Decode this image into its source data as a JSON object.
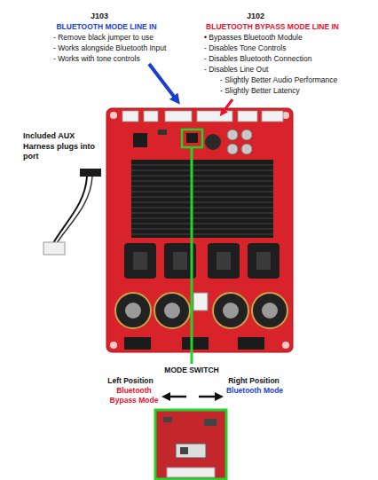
{
  "diagram": {
    "labels": [
      "J103",
      "BLUETOOTH MODE LINE IN",
      "- Remove black jumper to use",
      "- Works alongside Bluetooth Input",
      "- Works with tone controls",
      "J102",
      "BLUETOOTH BYPASS MODE LINE IN",
      "• Bypasses Bluetooth Module",
      "- Disables Tone Controls",
      "- Disables Bluetooth Connection",
      "- Disables Line Out",
      "- Slightly Better Audio Performance",
      "- Slightly Better Latency",
      "Included AUX Harness plugs into port",
      "MODE SWITCH",
      "Left Position",
      "Right Position",
      "Bluetooth Bypass Mode",
      "Bluetooth Mode"
    ]
  }
}
